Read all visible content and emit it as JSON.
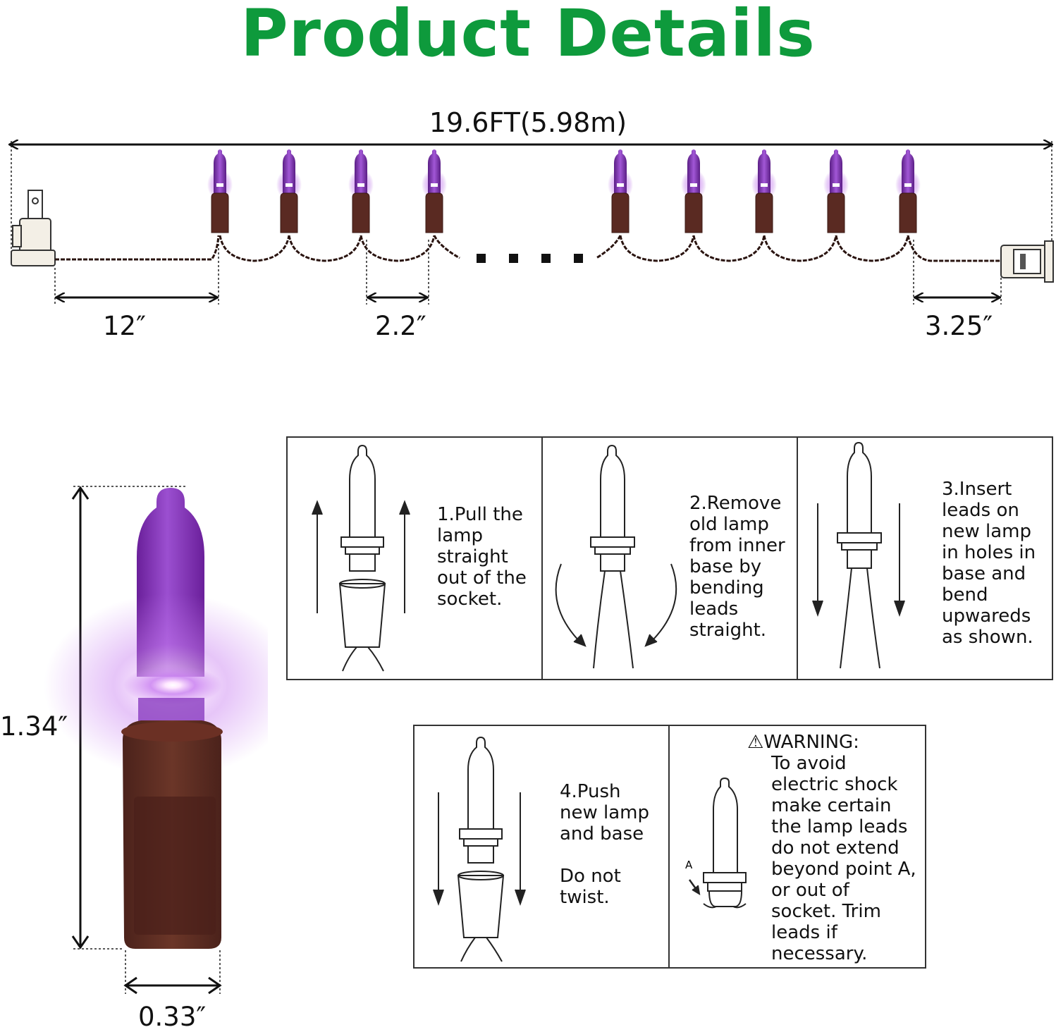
{
  "title": "Product Details",
  "colors": {
    "title": "#0e9a3c",
    "bulb_purple": "#7a2ea8",
    "base_brown": "#5a2a22",
    "wire": "#2a1410"
  },
  "string_diagram": {
    "total_length": "19.6FT(5.98m)",
    "lead_in": "12″",
    "spacing": "2.2″",
    "end_length": "3.25″",
    "ellipsis": "■ ■ ■ ■"
  },
  "bulb_dims": {
    "height": "1.34″",
    "width": "0.33″"
  },
  "steps": [
    {
      "text": "1.Pull the\nlamp\nstraight\nout of the\nsocket."
    },
    {
      "text": "2.Remove\nold lamp\nfrom inner\nbase by\nbending\nleads\nstraight."
    },
    {
      "text": "3.Insert\nleads on\nnew lamp\nin holes in\nbase and\nbend\nupwareds\nas shown."
    },
    {
      "text": "4.Push\nnew lamp\nand base\n\nDo not\ntwist."
    }
  ],
  "warning": {
    "heading": "⚠WARNING:",
    "body": "To avoid\nelectric shock\nmake certain\nthe lamp leads\ndo not extend\nbeyond point A,\nor out of\nsocket. Trim\nleads if\nnecessary.",
    "point_label": "A"
  }
}
